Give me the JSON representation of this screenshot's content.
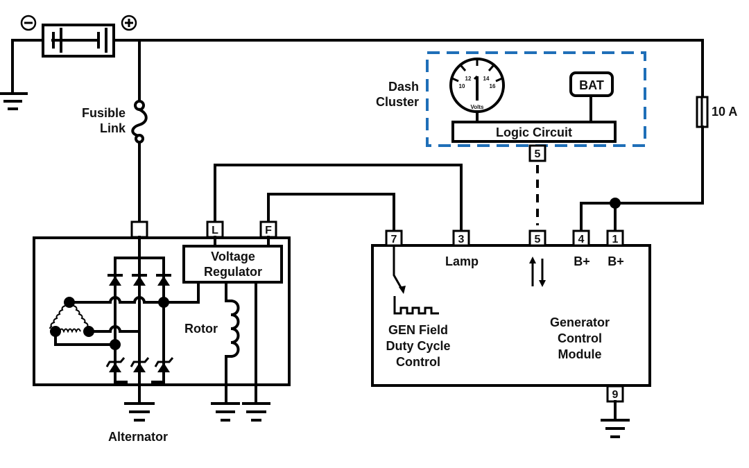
{
  "battery": {
    "negative_symbol": "⊖",
    "positive_symbol": "⊕"
  },
  "labels": {
    "fusible_link": [
      "Fusible",
      "Link"
    ],
    "dash_cluster": [
      "Dash",
      "Cluster"
    ],
    "fuse_rating": "10 A",
    "bat_lamp": "BAT",
    "logic_circuit": "Logic Circuit",
    "voltage_regulator": [
      "Voltage",
      "Regulator"
    ],
    "rotor": "Rotor",
    "alternator": "Alternator",
    "lamp": "Lamp",
    "b_plus_4": "B+",
    "b_plus_1": "B+",
    "gen_field": [
      "GEN Field",
      "Duty Cycle",
      "Control"
    ],
    "gcm": [
      "Generator",
      "Control",
      "Module"
    ]
  },
  "voltmeter": {
    "ticks": [
      "10",
      "12",
      "14",
      "16"
    ],
    "unit": "Volts"
  },
  "alternator_terminals": {
    "L": "L",
    "F": "F"
  },
  "gcm_pins": {
    "p7": "7",
    "p3": "3",
    "p5": "5",
    "p4": "4",
    "p1": "1",
    "p9": "9"
  },
  "cluster_pin": "5",
  "colors": {
    "cluster_border": "#1f6fb8",
    "wire": "#000000"
  }
}
